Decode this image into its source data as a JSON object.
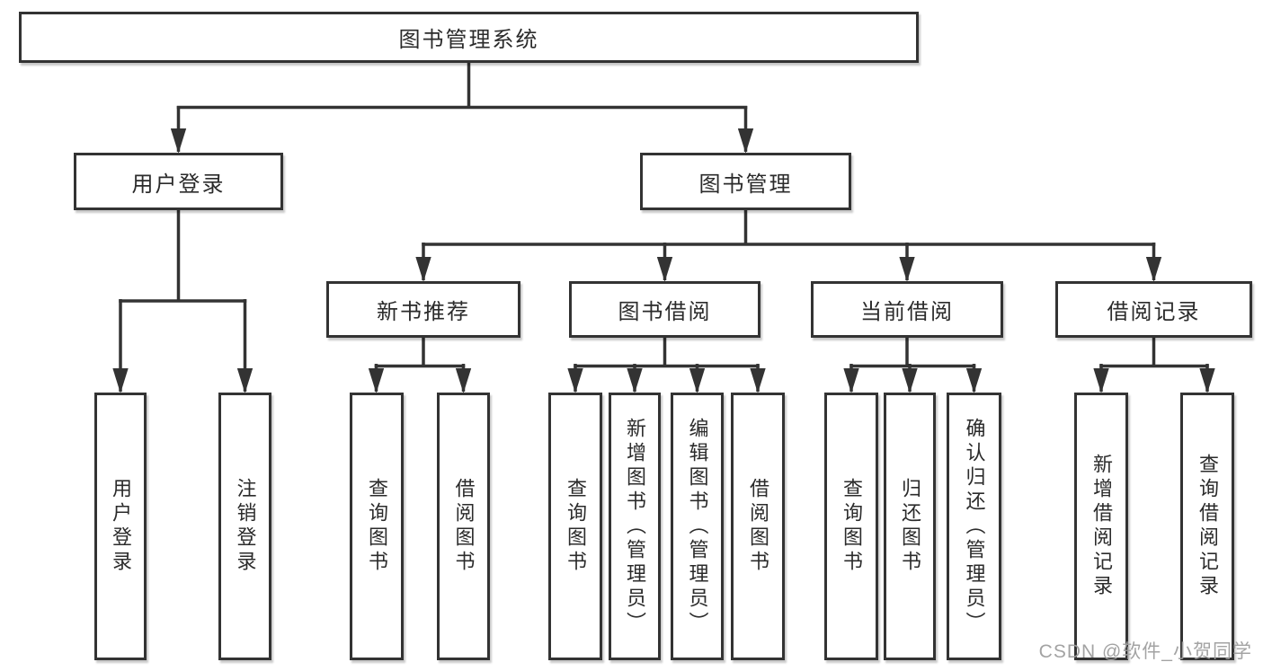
{
  "watermark": "CSDN @软件_小贺同学",
  "colors": {
    "line": "#333333",
    "box_border": "#333333",
    "text": "#2b2b2b",
    "watermark": "#9e9e9e",
    "background": "#ffffff"
  },
  "tree": {
    "root": {
      "label": "图书管理系统"
    },
    "branches": [
      {
        "label": "用户登录",
        "children": [
          {
            "label": "用户登录"
          },
          {
            "label": "注销登录"
          }
        ]
      },
      {
        "label": "图书管理",
        "groups": [
          {
            "label": "新书推荐",
            "children": [
              {
                "label": "查询图书"
              },
              {
                "label": "借阅图书"
              }
            ]
          },
          {
            "label": "图书借阅",
            "children": [
              {
                "label": "查询图书"
              },
              {
                "label": "新增图书（管理员）"
              },
              {
                "label": "编辑图书（管理员）"
              },
              {
                "label": "借阅图书"
              }
            ]
          },
          {
            "label": "当前借阅",
            "children": [
              {
                "label": "查询图书"
              },
              {
                "label": "归还图书"
              },
              {
                "label": "确认归还（管理员）"
              }
            ]
          },
          {
            "label": "借阅记录",
            "children": [
              {
                "label": "新增借阅记录"
              },
              {
                "label": "查询借阅记录"
              }
            ]
          }
        ]
      }
    ]
  }
}
